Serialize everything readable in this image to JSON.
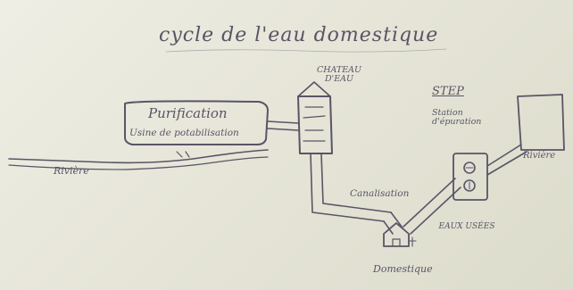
{
  "diagram": {
    "title": "cycle de l'eau domestique",
    "treatment_plant": {
      "name": "Purification",
      "subtitle": "Usine de potabilisation"
    },
    "water_tower": {
      "label": "CHATEAU D'EAU"
    },
    "sewage_plant": {
      "acronym": "STEP",
      "full": "Station d'épuration"
    },
    "river_left": "Rivière",
    "river_right": "Rivière",
    "pipe_label": "Canalisation",
    "wastewater_label": "EAUX USÉES",
    "house_label": "Domestique"
  },
  "colors": {
    "board": "#e9e7dc",
    "marker": "#5a5466"
  }
}
